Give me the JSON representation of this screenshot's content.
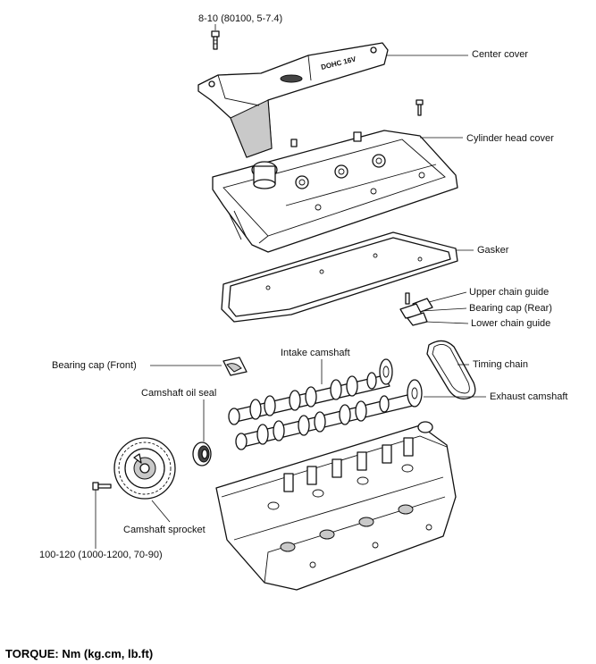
{
  "labels": {
    "cover_bolt_torque": "8-10 (80100, 5-7.4)",
    "center_cover": "Center cover",
    "cylinder_head_cover": "Cylinder head cover",
    "gasket": "Gasker",
    "upper_chain_guide": "Upper chain guide",
    "bearing_cap_rear": "Bearing cap (Rear)",
    "lower_chain_guide": "Lower  chain guide",
    "intake_camshaft": "Intake camshaft",
    "bearing_cap_front": "Bearing cap (Front)",
    "timing_chain": "Timing chain",
    "camshaft_oil_seal": "Camshaft oil seal",
    "exhaust_camshaft": "Exhaust camshaft",
    "camshaft_sprocket": "Camshaft sprocket",
    "sprocket_bolt_torque": "100-120 (1000-1200, 70-90)"
  },
  "cover_emblem": "DOHC 16V",
  "footer": {
    "torque_units": "TORQUE: Nm (kg.cm, lb.ft)"
  }
}
